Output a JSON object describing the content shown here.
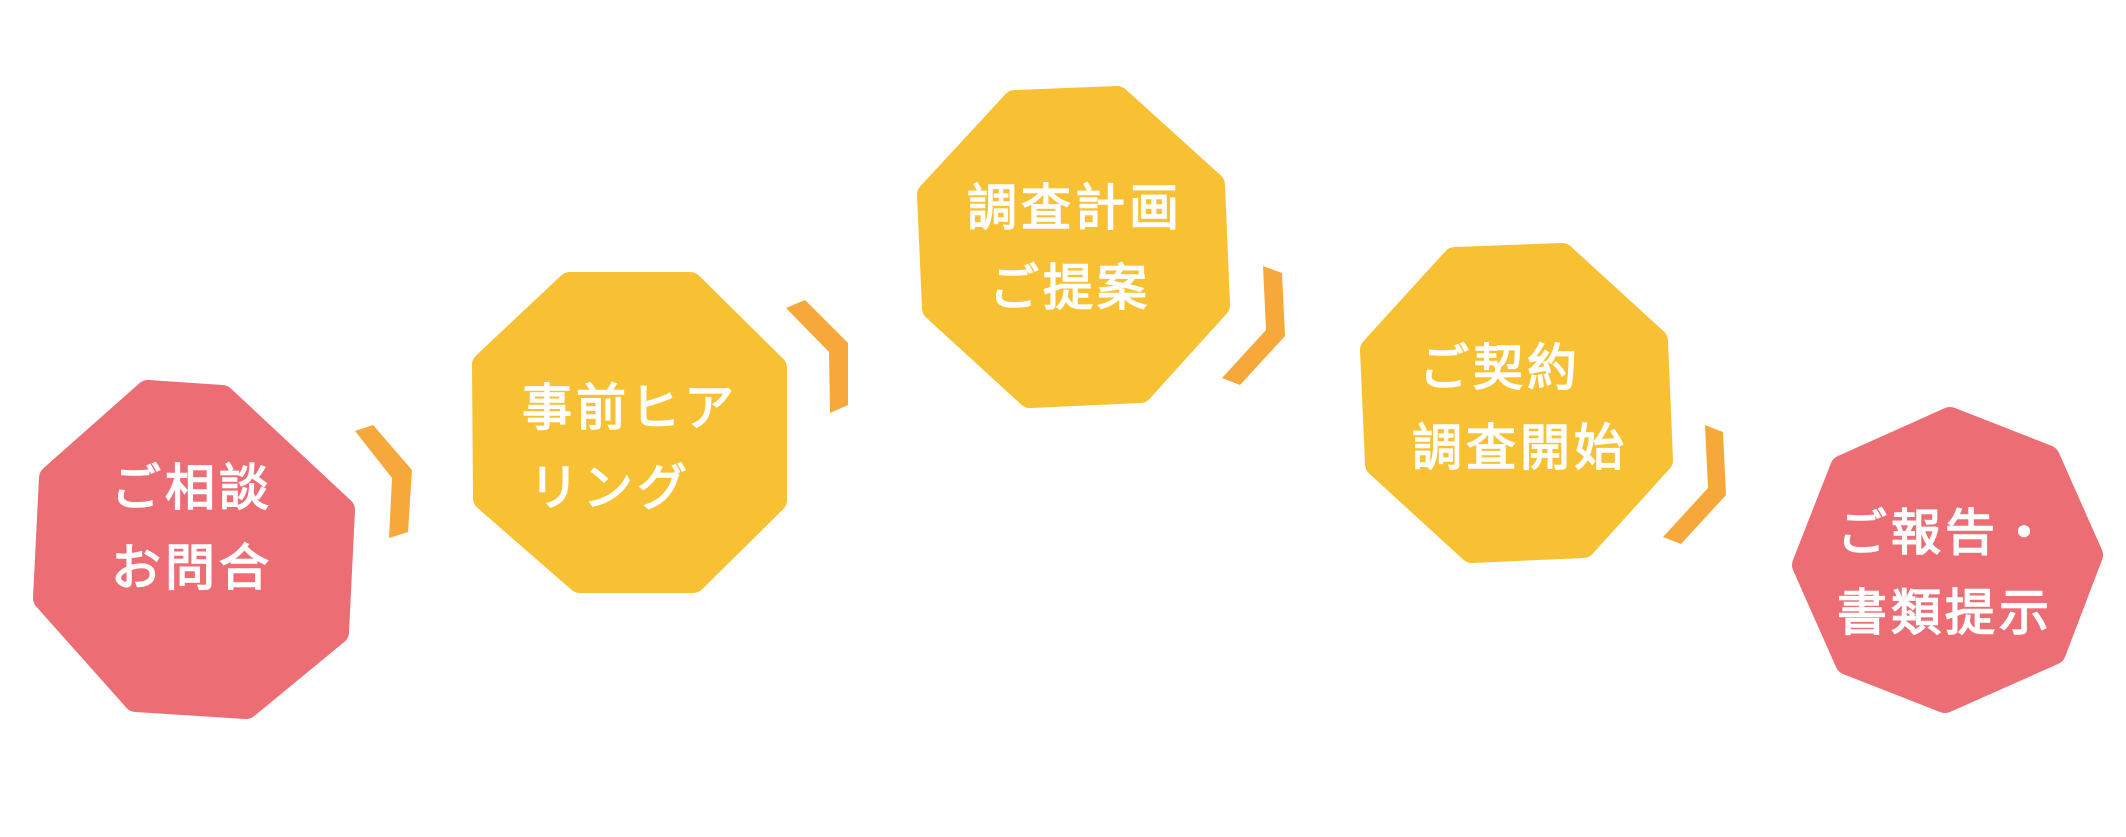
{
  "colors": {
    "pink": "#ec6d74",
    "yellow": "#f8c133",
    "arrow": "#f6a83a",
    "text": "#ffffff"
  },
  "steps": [
    {
      "line1": "ご相談",
      "line2": "お問合",
      "color": "pink"
    },
    {
      "line1": "事前ヒア",
      "line2": "リング",
      "color": "yellow"
    },
    {
      "line1": "調査計画",
      "line2": "ご提案",
      "color": "yellow"
    },
    {
      "line1": "ご契約",
      "line2": "調査開始",
      "color": "yellow"
    },
    {
      "line1": "ご報告・",
      "line2": "書類提示",
      "color": "pink"
    }
  ],
  "connector_icon": "chevron-right-icon"
}
